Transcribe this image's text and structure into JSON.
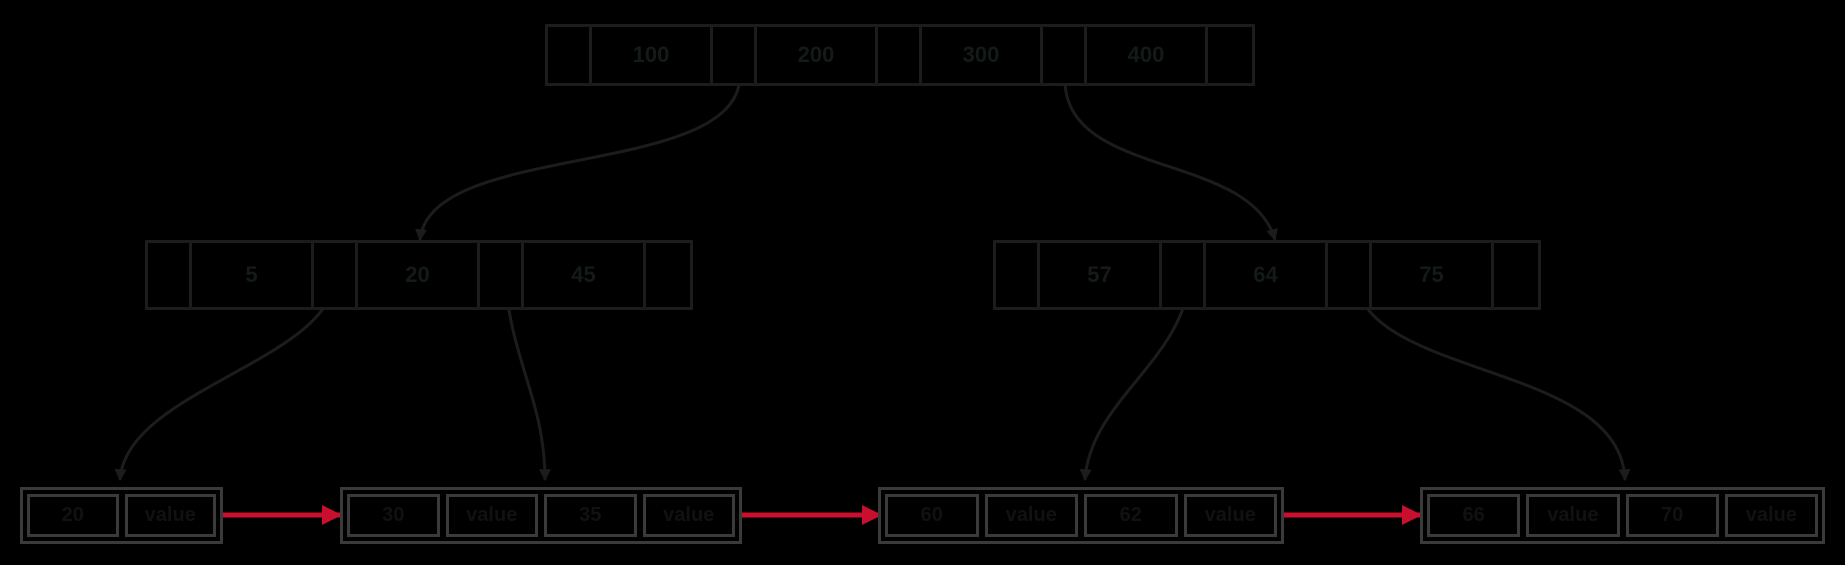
{
  "diagram": {
    "type": "B+ tree",
    "colors": {
      "background": "#000000",
      "node_border": "#1c1c1c",
      "leaf_border": "#3a3a3a",
      "leaf_link_arrow": "#c8102e",
      "text": "#141a18"
    },
    "root": {
      "keys": [
        "100",
        "200",
        "300",
        "400"
      ]
    },
    "internal_left": {
      "keys": [
        "5",
        "20",
        "45"
      ]
    },
    "internal_right": {
      "keys": [
        "57",
        "64",
        "75"
      ]
    },
    "leaves": [
      {
        "cells": [
          "20",
          "value"
        ]
      },
      {
        "cells": [
          "30",
          "value",
          "35",
          "value"
        ]
      },
      {
        "cells": [
          "60",
          "value",
          "62",
          "value"
        ]
      },
      {
        "cells": [
          "66",
          "value",
          "70",
          "value"
        ]
      }
    ]
  }
}
